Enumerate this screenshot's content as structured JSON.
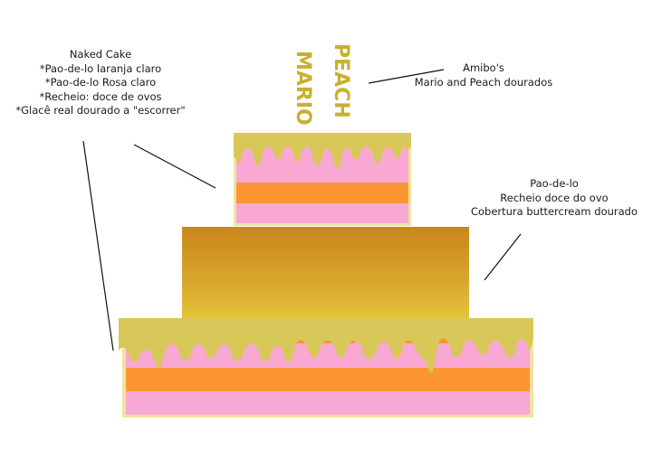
{
  "annotations": {
    "left": {
      "lines": [
        "Naked Cake",
        "*Pao-de-lo laranja claro",
        "*Pao-de-lo Rosa claro",
        "*Recheio: doce de ovos",
        "*Glacê real dourado a \"escorrer\""
      ]
    },
    "top_right": {
      "lines": [
        "Amibo's",
        "Mario and Peach dourados"
      ]
    },
    "right": {
      "lines": [
        "Pao-de-lo",
        "Recheio doce do ovo",
        "Cobertura buttercream dourado"
      ]
    }
  },
  "toppers": {
    "left": "MARIO",
    "right": "PEACH"
  },
  "colors": {
    "pink_layer": "#f9a8d4",
    "orange_layer": "#fb9632",
    "gold_drip": "#d8c85a",
    "gold_buttercream_top": "#cc8a1a",
    "gold_buttercream_bottom": "#e3c23a",
    "topper_gold": "#c8b030"
  }
}
